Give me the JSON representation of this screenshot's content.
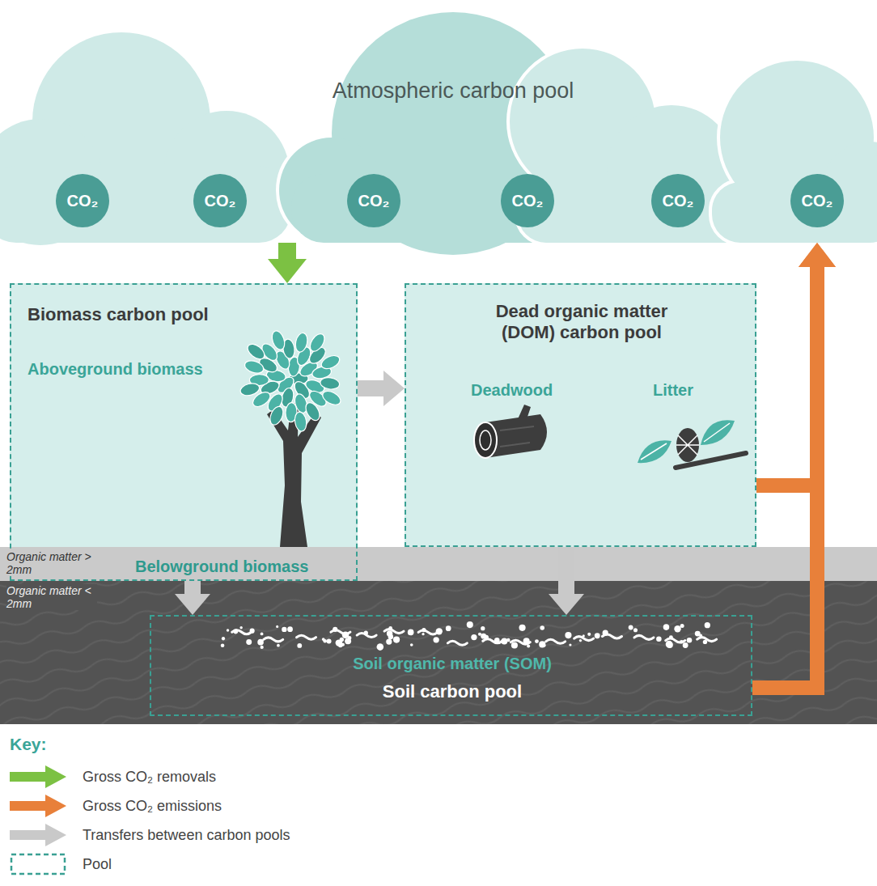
{
  "diagram": {
    "nodes": [
      {
        "text": [
          "Atmospheric carbon pool"
        ]
      },
      {
        "text": [
          "CO₂"
        ],
        "in": 0
      },
      {
        "text": [
          "CO₂"
        ],
        "in": 0
      },
      {
        "text": [
          "CO₂"
        ],
        "in": 0
      },
      {
        "text": [
          "CO₂"
        ],
        "in": 0
      },
      {
        "text": [
          "CO₂"
        ],
        "in": 0
      },
      {
        "text": [
          "CO₂"
        ],
        "in": 0
      },
      {
        "text": [
          "Biomass carbon pool",
          "Aboveground biomass",
          "Belowground biomass"
        ]
      },
      {
        "text": [
          "Dead organic matter (DOM) carbon pool",
          "Deadwood",
          "Litter"
        ]
      },
      {
        "text": [
          "Soil organic matter (SOM)",
          "Soil carbon pool"
        ]
      }
    ],
    "edges": [
      {
        "from": 0,
        "to": 7,
        "arrow": "to"
      },
      {
        "from": 7,
        "to": 8,
        "arrow": "to"
      },
      {
        "from": 7,
        "to": 9,
        "arrow": "to"
      },
      {
        "from": 8,
        "to": 9,
        "arrow": "to"
      },
      {
        "from": 8,
        "to": 0,
        "arrow": "to"
      },
      {
        "from": 9,
        "to": 0,
        "arrow": "to"
      }
    ],
    "labels": [
      "Organic matter > 2mm",
      "Organic matter < 2mm",
      "Key:"
    ],
    "legend": [
      {
        "text": "Gross CO₂ removals",
        "color": "#7cc143"
      },
      {
        "text": "Gross CO₂ emissions",
        "color": "#e8803a"
      },
      {
        "text": "Transfers between carbon pools",
        "color": "#c9c9c9"
      },
      {
        "text": "Pool"
      }
    ]
  }
}
